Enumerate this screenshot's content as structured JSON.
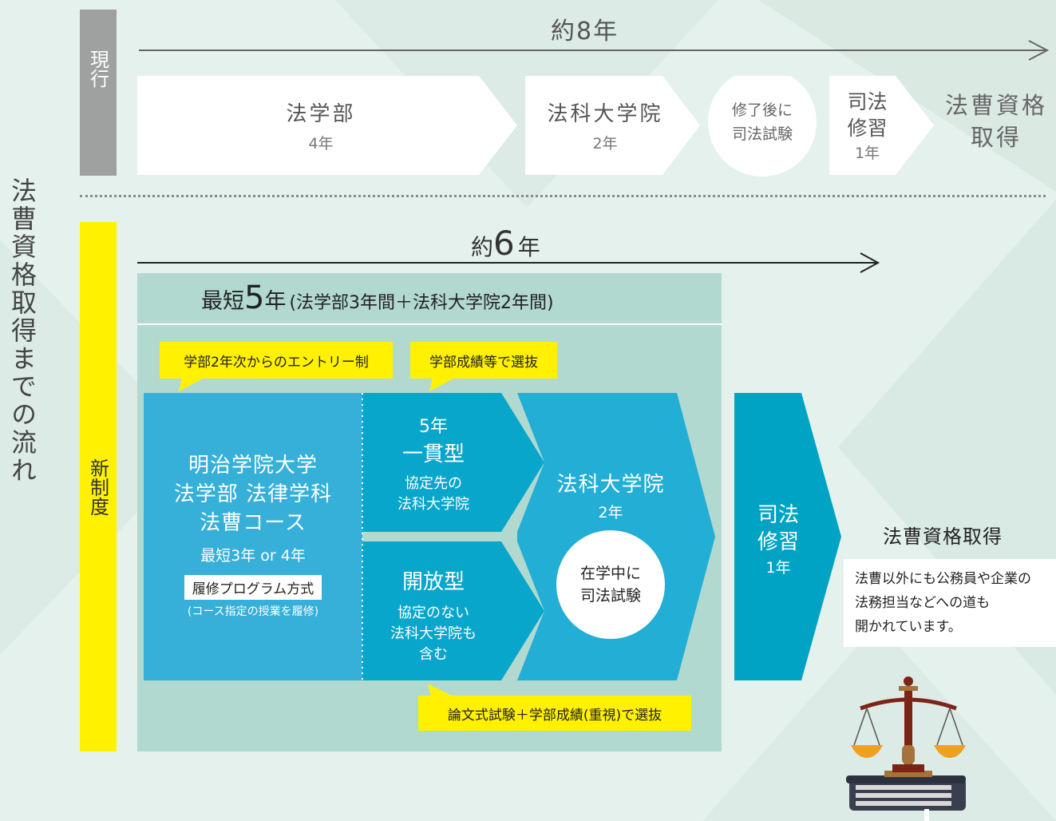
{
  "side_title": "法曹資格取得までの流れ",
  "current": {
    "label": "現行",
    "duration": "約8年",
    "steps": [
      {
        "name": "法学部",
        "years": "4年"
      },
      {
        "name": "法科大学院",
        "years": "2年"
      },
      {
        "name": "修了後に\n司法試験",
        "years": ""
      },
      {
        "name": "司法\n修習",
        "years": "1年"
      }
    ],
    "goal": "法曹資格\n取得"
  },
  "new": {
    "label": "新制度",
    "duration_prefix": "約",
    "duration_num": "6",
    "duration_suffix": "年",
    "shortest_prefix": "最短",
    "shortest_num": "5",
    "shortest_suffix": "年",
    "shortest_detail": "(法学部3年間＋法科大学院2年間)",
    "callout_entry": "学部2年次からのエントリー制",
    "callout_grades": "学部成績等で選抜",
    "callout_exam": "論文式試験＋学部成績(重視)で選抜",
    "course": {
      "title": "明治学院大学\n法学部 法律学科\n法曹コース",
      "years": "最短3年 or 4年",
      "program": "履修プログラム方式",
      "note": "(コース指定の授業を履修)"
    },
    "integrated": {
      "years": "5年",
      "name": "一貫型",
      "desc": "協定先の\n法科大学院"
    },
    "open": {
      "name": "開放型",
      "desc": "協定のない\n法科大学院も\n含む"
    },
    "law_school": {
      "name": "法科大学院",
      "years": "2年",
      "exam": "在学中に\n司法試験"
    },
    "training": {
      "name": "司法\n修習",
      "years": "1年"
    },
    "goal": {
      "title": "法曹資格取得",
      "desc": "法曹以外にも公務員や企業の\n法務担当などへの道も\n開かれています。"
    }
  },
  "colors": {
    "background": "#e4f1ec",
    "current_label": "#9fa0a0",
    "new_label": "#fff100",
    "panel": "#b2d9d0",
    "arrow_blue": "#00a3c4",
    "course_blue": "#36b0d8",
    "callout": "#fff100"
  },
  "icons": [
    "arrow-right-icon",
    "scales-of-justice-icon"
  ]
}
